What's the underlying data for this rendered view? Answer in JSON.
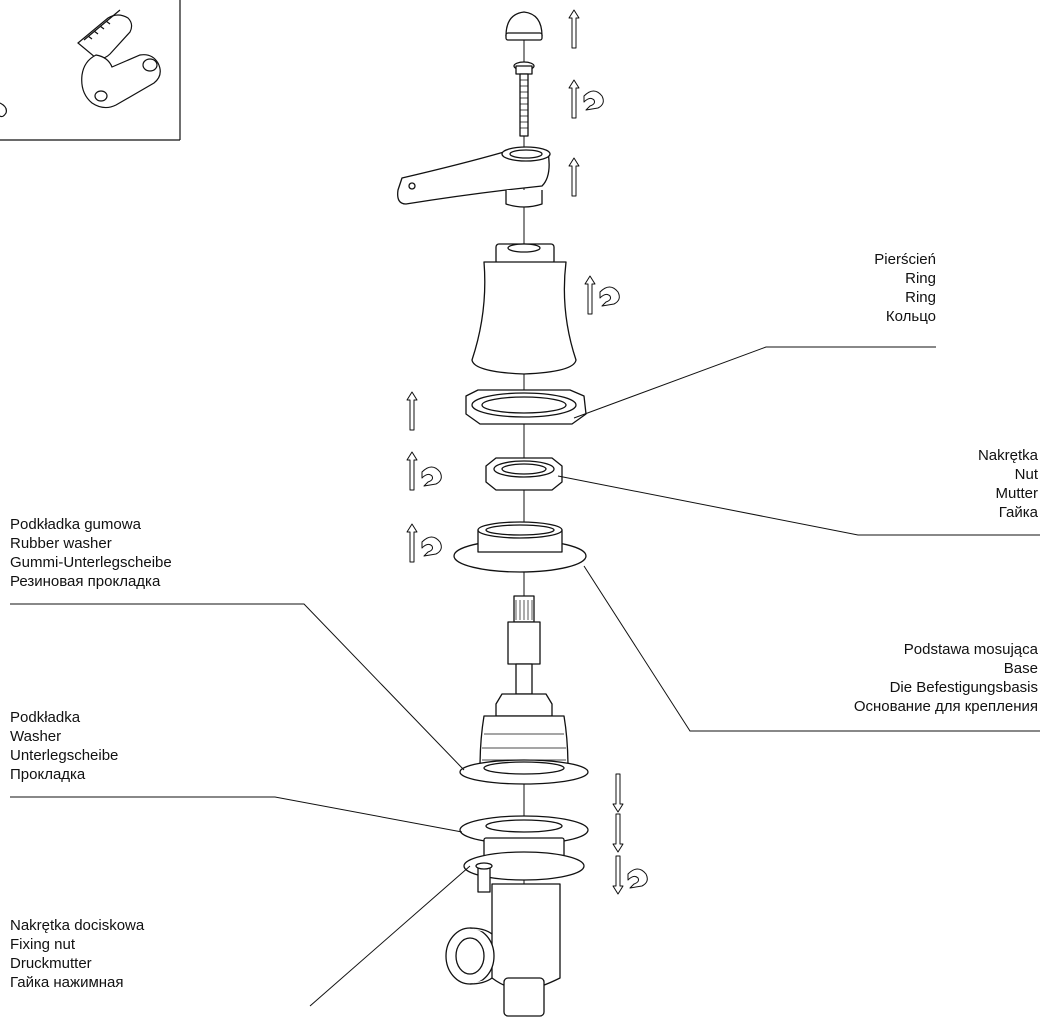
{
  "labels": {
    "ring": {
      "pl": "Pierścień",
      "en": "Ring",
      "de": "Ring",
      "ru": "Кольцо"
    },
    "nut": {
      "pl": "Nakrętka",
      "en": "Nut",
      "de": "Mutter",
      "ru": "Гайка"
    },
    "base": {
      "pl": "Podstawa mosująca",
      "en": "Base",
      "de": "Die Befestigungsbasis",
      "ru": "Основание для крепления"
    },
    "rubber_washer": {
      "pl": "Podkładka gumowa",
      "en": "Rubber washer",
      "de": "Gummi-Unterlegscheibe",
      "ru": "Резиновая прокладка"
    },
    "washer": {
      "pl": "Podkładka",
      "en": "Washer",
      "de": "Unterlegscheibe",
      "ru": "Прокладка"
    },
    "fixing_nut": {
      "pl": "Nakrętka dociskowa",
      "en": "Fixing nut",
      "de": "Druckmutter",
      "ru": "Гайка нажимная"
    }
  },
  "colors": {
    "line": "#111111",
    "fill": "#ffffff",
    "shade": "#e9e9e9"
  }
}
